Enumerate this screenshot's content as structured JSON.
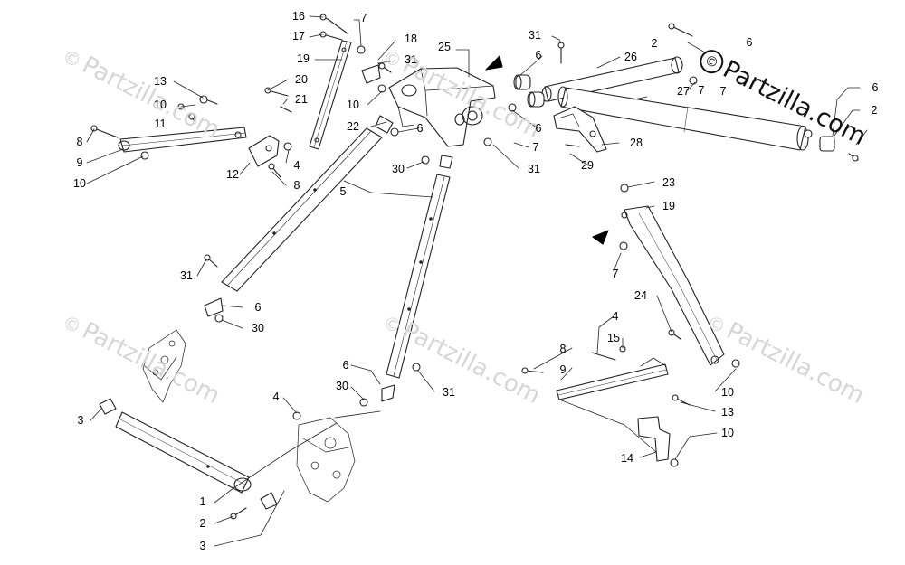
{
  "watermark": {
    "text": "Partzilla.com",
    "symbol": "©"
  },
  "brand": {
    "text": "Partzilla.com",
    "symbol": "©"
  },
  "callouts": [
    {
      "id": "c16a",
      "label": "16"
    },
    {
      "id": "c7a",
      "label": "7"
    },
    {
      "id": "c17",
      "label": "17"
    },
    {
      "id": "c18",
      "label": "18"
    },
    {
      "id": "c19a",
      "label": "19"
    },
    {
      "id": "c31a",
      "label": "31"
    },
    {
      "id": "c25",
      "label": "25"
    },
    {
      "id": "c31b",
      "label": "31"
    },
    {
      "id": "c2a",
      "label": "2"
    },
    {
      "id": "c6a",
      "label": "6"
    },
    {
      "id": "c6b",
      "label": "6"
    },
    {
      "id": "c26",
      "label": "26"
    },
    {
      "id": "c20",
      "label": "20"
    },
    {
      "id": "c13a",
      "label": "13"
    },
    {
      "id": "c21",
      "label": "21"
    },
    {
      "id": "c10a",
      "label": "10"
    },
    {
      "id": "c10b",
      "label": "10"
    },
    {
      "id": "c11",
      "label": "11"
    },
    {
      "id": "c22",
      "label": "22"
    },
    {
      "id": "c6c",
      "label": "6"
    },
    {
      "id": "c7b",
      "label": "7"
    },
    {
      "id": "c27",
      "label": "27"
    },
    {
      "id": "c7c",
      "label": "7"
    },
    {
      "id": "c6d",
      "label": "6"
    },
    {
      "id": "c2b",
      "label": "2"
    },
    {
      "id": "c8a",
      "label": "8"
    },
    {
      "id": "c9a",
      "label": "9"
    },
    {
      "id": "c10c",
      "label": "10"
    },
    {
      "id": "c4a",
      "label": "4"
    },
    {
      "id": "c12",
      "label": "12"
    },
    {
      "id": "c8b",
      "label": "8"
    },
    {
      "id": "c30a",
      "label": "30"
    },
    {
      "id": "c31c",
      "label": "31"
    },
    {
      "id": "c6e",
      "label": "6"
    },
    {
      "id": "c7d",
      "label": "7"
    },
    {
      "id": "c28",
      "label": "28"
    },
    {
      "id": "c29",
      "label": "29"
    },
    {
      "id": "c5",
      "label": "5"
    },
    {
      "id": "c23",
      "label": "23"
    },
    {
      "id": "c19b",
      "label": "19"
    },
    {
      "id": "c7e",
      "label": "7"
    },
    {
      "id": "c31d",
      "label": "31"
    },
    {
      "id": "c6f",
      "label": "6"
    },
    {
      "id": "c30b",
      "label": "30"
    },
    {
      "id": "c24",
      "label": "24"
    },
    {
      "id": "c4b",
      "label": "4"
    },
    {
      "id": "c15",
      "label": "15"
    },
    {
      "id": "c8c",
      "label": "8"
    },
    {
      "id": "c9b",
      "label": "9"
    },
    {
      "id": "c10d",
      "label": "10"
    },
    {
      "id": "c13b",
      "label": "13"
    },
    {
      "id": "c6g",
      "label": "6"
    },
    {
      "id": "c30c",
      "label": "30"
    },
    {
      "id": "c31e",
      "label": "31"
    },
    {
      "id": "c4c",
      "label": "4"
    },
    {
      "id": "c3a",
      "label": "3"
    },
    {
      "id": "c10e",
      "label": "10"
    },
    {
      "id": "c14",
      "label": "14"
    },
    {
      "id": "c1",
      "label": "1"
    },
    {
      "id": "c2c",
      "label": "2"
    },
    {
      "id": "c3b",
      "label": "3"
    }
  ]
}
